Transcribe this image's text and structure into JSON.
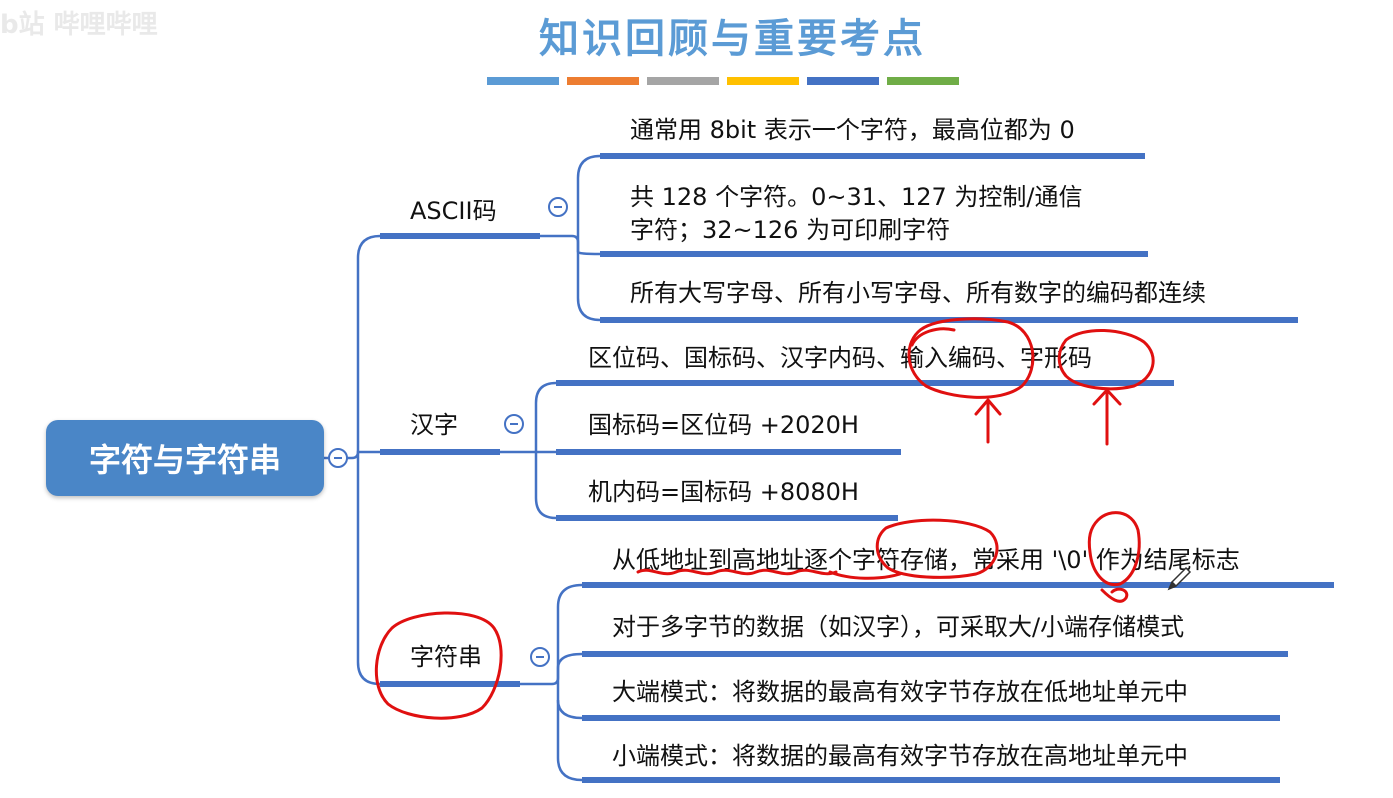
{
  "watermark": "b站 哔哩哔哩",
  "title": "知识回顾与重要考点",
  "title_bar_colors": [
    "#5b9bd5",
    "#ed7d31",
    "#a5a5a5",
    "#ffc000",
    "#4472c4",
    "#70ad47"
  ],
  "root": {
    "label": "字符与字符串"
  },
  "branches": {
    "ascii": {
      "label": "ASCII码",
      "items": [
        "通常用 8bit 表示一个字符，最高位都为 0",
        "共 128 个字符。0~31、127 为控制/通信\n字符；32~126 为可印刷字符",
        "所有大写字母、所有小写字母、所有数字的编码都连续"
      ]
    },
    "hanzi": {
      "label": "汉字",
      "items": [
        "区位码、国标码、汉字内码、输入编码、字形码",
        "国标码=区位码 +2020H",
        "机内码=国标码 +8080H"
      ]
    },
    "string": {
      "label": "字符串",
      "items": [
        "从低地址到高地址逐个字符存储，常采用 '\\0' 作为结尾标志",
        "对于多字节的数据（如汉字），可采取大/小端存储模式",
        "大端模式：将数据的最高有效字节存放在低地址单元中",
        "小端模式：将数据的最高有效字节存放在高地址单元中"
      ]
    }
  },
  "colors": {
    "line": "#4472c4",
    "root_fill": "#4a86c7",
    "annotation": "#e01010",
    "title": "#5b9bd5"
  }
}
